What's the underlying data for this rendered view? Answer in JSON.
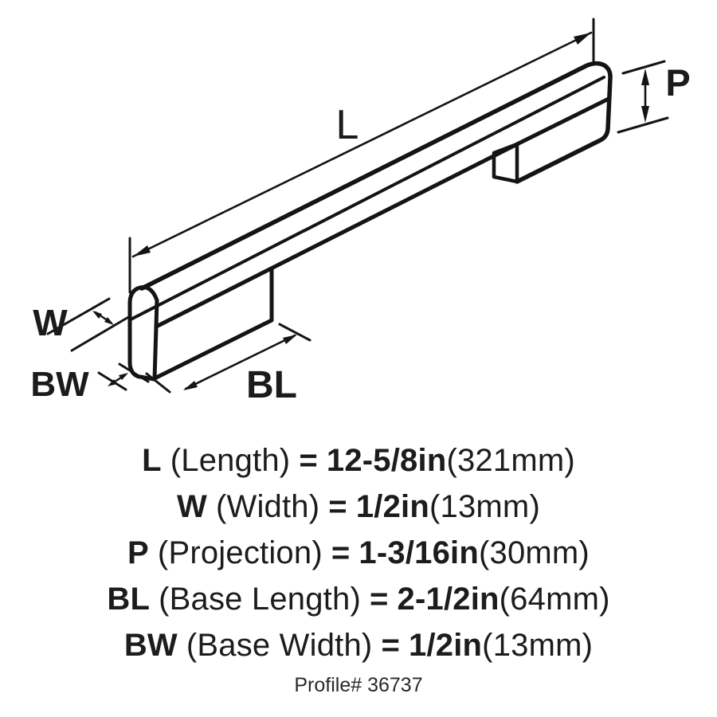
{
  "diagram": {
    "dim_labels": {
      "L": "L",
      "W": "W",
      "P": "P",
      "BL": "BL",
      "BW": "BW"
    }
  },
  "specs": [
    {
      "abbr": "L",
      "name": "(Length)",
      "eq": "=",
      "value": "12-5/8in",
      "metric": "(321mm)"
    },
    {
      "abbr": "W",
      "name": "(Width)",
      "eq": "=",
      "value": "1/2in",
      "metric": "(13mm)"
    },
    {
      "abbr": "P",
      "name": "(Projection)",
      "eq": "=",
      "value": "1-3/16in",
      "metric": "(30mm)"
    },
    {
      "abbr": "BL",
      "name": "(Base Length)",
      "eq": "=",
      "value": "2-1/2in",
      "metric": "(64mm)"
    },
    {
      "abbr": "BW",
      "name": "(Base Width)",
      "eq": "=",
      "value": "1/2in",
      "metric": "(13mm)"
    }
  ],
  "footer": {
    "profile_label": "Profile# 36737"
  },
  "colors": {
    "line": "#141414",
    "text": "#1c1c1c"
  }
}
